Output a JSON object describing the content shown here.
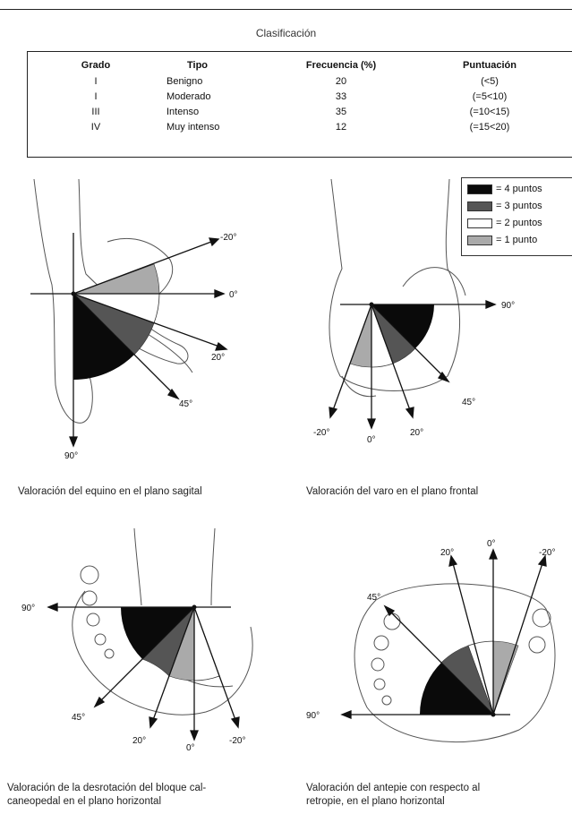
{
  "classification": {
    "title": "Clasificación",
    "headers": {
      "grado": "Grado",
      "tipo": "Tipo",
      "frecuencia": "Frecuencia (%)",
      "puntuacion": "Puntuación"
    },
    "rows": [
      {
        "grado": "I",
        "tipo": "Benigno",
        "frecuencia": "20",
        "puntuacion": "(<5)"
      },
      {
        "grado": "I",
        "tipo": "Moderado",
        "frecuencia": "33",
        "puntuacion": "(=5<10)"
      },
      {
        "grado": "III",
        "tipo": "Intenso",
        "frecuencia": "35",
        "puntuacion": "(=10<15)"
      },
      {
        "grado": "IV",
        "tipo": "Muy intenso",
        "frecuencia": "12",
        "puntuacion": "(=15<20)"
      }
    ]
  },
  "legend": [
    {
      "label": "= 4 puntos",
      "color": "#0a0a0a"
    },
    {
      "label": "= 3 puntos",
      "color": "#555555"
    },
    {
      "label": "= 2 puntos",
      "color": "#ffffff"
    },
    {
      "label": "= 1 punto",
      "color": "#aaaaaa"
    }
  ],
  "diagrams": {
    "sagital": {
      "labels": {
        "a_neg20": "-20°",
        "a_0": "0°",
        "a_20": "20°",
        "a_45": "45°",
        "a_90": "90°"
      },
      "caption": "Valoración del equino en el plano sagital"
    },
    "frontal": {
      "labels": {
        "a_90": "90°",
        "a_45": "45°",
        "a_neg20": "-20°",
        "a_0": "0°",
        "a_20": "20°"
      },
      "caption": "Valoración del varo en el plano frontal"
    },
    "desrotacion": {
      "labels": {
        "a_90": "90°",
        "a_45": "45°",
        "a_20": "20°",
        "a_0": "0°",
        "a_neg20": "-20°"
      },
      "caption_line1": "Valoración de la desrotación del bloque cal-",
      "caption_line2": "caneopedal en el plano horizontal"
    },
    "antepie": {
      "labels": {
        "a_20": "20°",
        "a_0": "0°",
        "a_neg20": "-20°",
        "a_45": "45°",
        "a_90": "90°"
      },
      "caption_line1": "Valoración del antepie con respecto al",
      "caption_line2": "retropie, en el plano horizontal"
    }
  }
}
